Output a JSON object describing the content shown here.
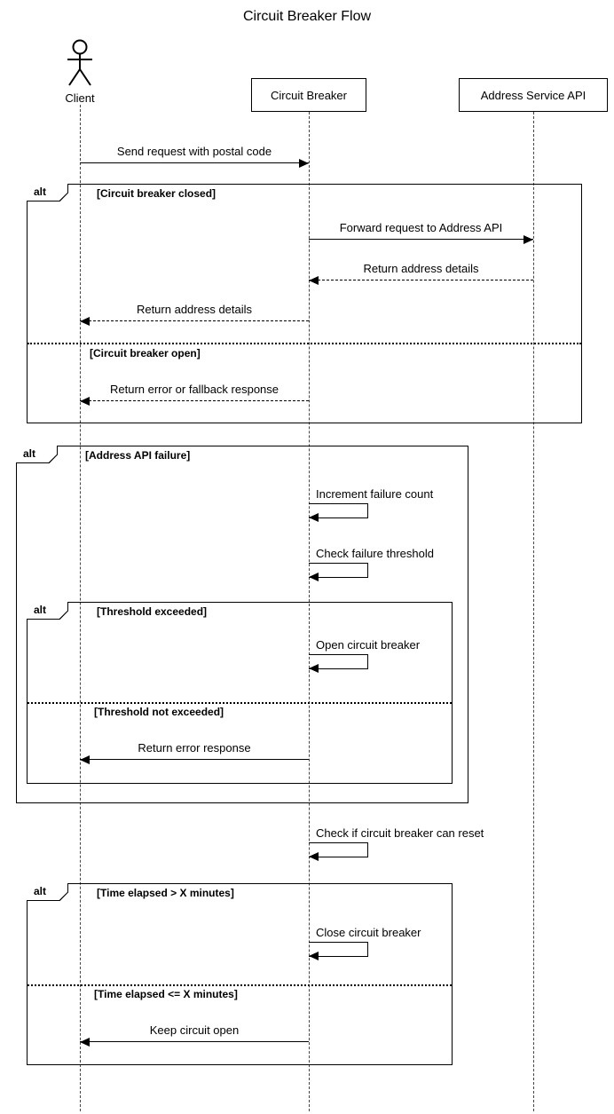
{
  "title": "Circuit Breaker Flow",
  "participants": {
    "client": {
      "label": "Client"
    },
    "circuit_breaker": {
      "label": "Circuit Breaker"
    },
    "address_api": {
      "label": "Address Service API"
    }
  },
  "messages": {
    "send_request": "Send request with postal code",
    "forward_request": "Forward request to Address API",
    "return_address_details_to_breaker": "Return address details",
    "return_address_details_to_client": "Return address details",
    "return_error_or_fallback": "Return error or fallback response",
    "increment_failure_count": "Increment failure count",
    "check_failure_threshold": "Check failure threshold",
    "open_circuit_breaker": "Open circuit breaker",
    "return_error_response": "Return error response",
    "check_reset": "Check if circuit breaker can reset",
    "close_circuit_breaker": "Close circuit breaker",
    "keep_circuit_open": "Keep circuit open"
  },
  "frames": {
    "breaker_state": {
      "operator": "alt",
      "guard_closed": "[Circuit breaker closed]",
      "guard_open": "[Circuit breaker open]"
    },
    "api_failure": {
      "operator": "alt",
      "guard_failure": "[Address API failure]"
    },
    "threshold": {
      "operator": "alt",
      "guard_exceeded": "[Threshold exceeded]",
      "guard_not_exceeded": "[Threshold not exceeded]"
    },
    "reset_timer": {
      "operator": "alt",
      "guard_elapsed": "[Time elapsed > X minutes]",
      "guard_not_elapsed": "[Time elapsed <= X minutes]"
    }
  }
}
